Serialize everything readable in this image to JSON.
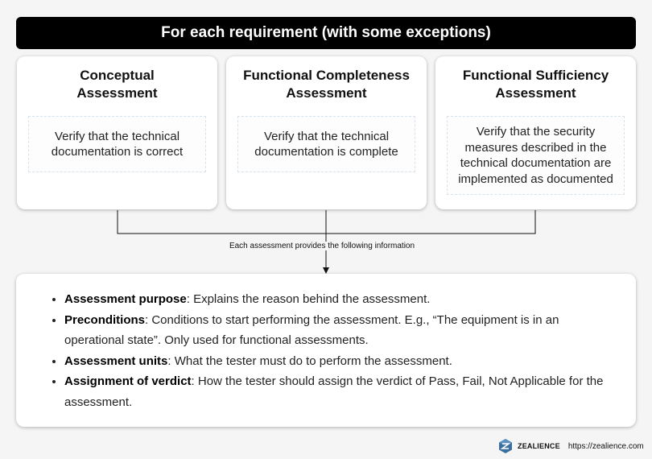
{
  "header": {
    "title": "For each requirement (with some exceptions)"
  },
  "cards": [
    {
      "title": "Conceptual\nAssessment",
      "description": "Verify that the technical\ndocumentation is correct"
    },
    {
      "title": "Functional Completeness\nAssessment",
      "description": "Verify that the technical\ndocumentation is complete"
    },
    {
      "title": "Functional Sufficiency\nAssessment",
      "description": "Verify that the security\nmeasures described in the\ntechnical documentation are\nimplemented as documented"
    }
  ],
  "connector": {
    "label": "Each assessment provides the following information"
  },
  "info": {
    "items": [
      {
        "term": "Assessment purpose",
        "text": ": Explains the reason behind the assessment."
      },
      {
        "term": "Preconditions",
        "text": ": Conditions to start performing the assessment. E.g., “The equipment is in an operational state”. Only used for functional assessments."
      },
      {
        "term": "Assessment units",
        "text": ": What the tester must do to perform the assessment."
      },
      {
        "term": "Assignment of verdict",
        "text": ": How the tester should assign the verdict of Pass, Fail, Not Applicable for the assessment."
      }
    ]
  },
  "footer": {
    "brand": "ZEALIENCE",
    "url": "https://zealience.com",
    "logo_icon": "zealience-logo-icon"
  },
  "colors": {
    "header_bg": "#000000",
    "page_bg": "#f5f5f5",
    "card_bg": "#ffffff",
    "desc_border": "#d6e3ec",
    "logo_blue": "#3b6f9e"
  }
}
